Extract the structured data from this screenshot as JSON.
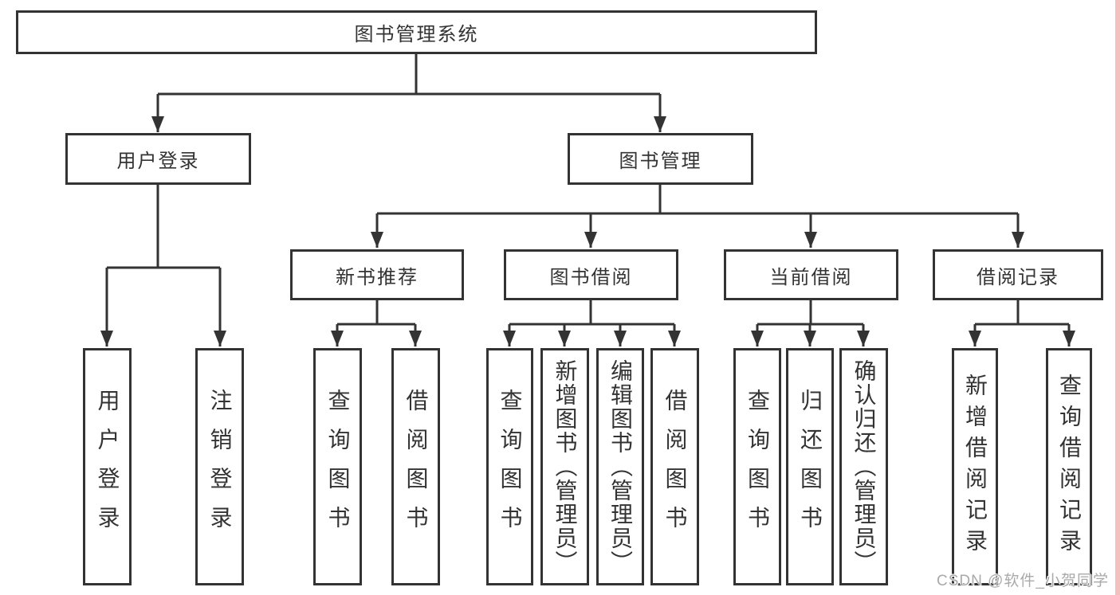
{
  "diagram_type": "hierarchy-tree",
  "tree": {
    "label": "图书管理系统",
    "children": [
      {
        "label": "用户登录",
        "children": [
          {
            "label": "用户登录"
          },
          {
            "label": "注销登录"
          }
        ]
      },
      {
        "label": "图书管理",
        "children": [
          {
            "label": "新书推荐",
            "children": [
              {
                "label": "查询图书"
              },
              {
                "label": "借阅图书"
              }
            ]
          },
          {
            "label": "图书借阅",
            "children": [
              {
                "label": "查询图书"
              },
              {
                "label": "新增图书（管理员）"
              },
              {
                "label": "编辑图书（管理员）"
              },
              {
                "label": "借阅图书"
              }
            ]
          },
          {
            "label": "当前借阅",
            "children": [
              {
                "label": "查询图书"
              },
              {
                "label": "归还图书"
              },
              {
                "label": "确认归还（管理员）"
              }
            ]
          },
          {
            "label": "借阅记录",
            "children": [
              {
                "label": "新增借阅记录"
              },
              {
                "label": "查询借阅记录"
              }
            ]
          }
        ]
      }
    ]
  },
  "watermark": {
    "text": "CSDN @软件_小贺同学"
  },
  "colors": {
    "line": "#333333",
    "box_border": "#333333",
    "box_bg": "#ffffff",
    "page_bg": "#ffffff",
    "text": "#333333",
    "watermark": "#a9a9a9",
    "edge_strip": "#f4bfbf"
  }
}
